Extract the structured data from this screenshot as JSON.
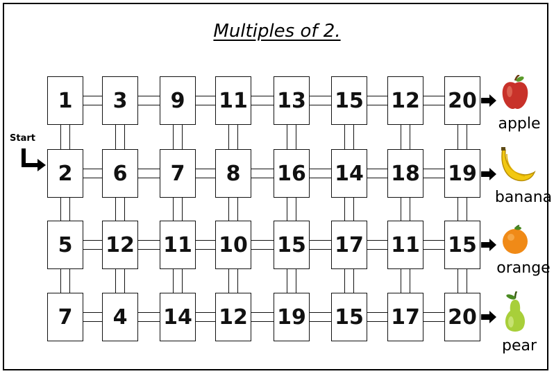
{
  "title": "Multiples of 2.",
  "start_label": "Start",
  "grid": [
    [
      1,
      3,
      9,
      11,
      13,
      15,
      12,
      20
    ],
    [
      2,
      6,
      7,
      8,
      16,
      14,
      18,
      19
    ],
    [
      5,
      12,
      11,
      10,
      15,
      17,
      11,
      15
    ],
    [
      7,
      4,
      14,
      12,
      19,
      15,
      17,
      20
    ]
  ],
  "fruits": [
    {
      "name": "apple",
      "icon": "apple-icon",
      "color": "#c8322a"
    },
    {
      "name": "banana",
      "icon": "banana-icon",
      "color": "#f2c811"
    },
    {
      "name": "orange",
      "icon": "orange-icon",
      "color": "#f08a17"
    },
    {
      "name": "pear",
      "icon": "pear-icon",
      "color": "#a8cf3a"
    }
  ]
}
